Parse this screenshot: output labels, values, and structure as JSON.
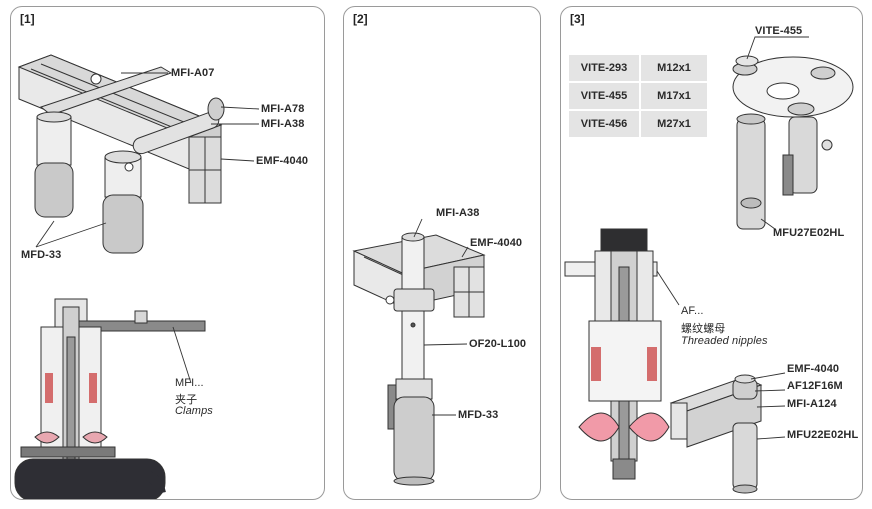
{
  "panels": [
    {
      "number": "[1]",
      "labels": {
        "mfi_a07": "MFI-A07",
        "mfi_a78": "MFI-A78",
        "mfi_a38": "MFI-A38",
        "emf_4040": "EMF-4040",
        "mfd_33": "MFD-33",
        "clamps_code": "MFI...",
        "clamps_cn": "夹子",
        "clamps_en": "Clamps"
      }
    },
    {
      "number": "[2]",
      "labels": {
        "mfi_a38": "MFI-A38",
        "emf_4040": "EMF-4040",
        "of20": "OF20-L100",
        "mfd_33": "MFD-33"
      }
    },
    {
      "number": "[3]",
      "vite_table": [
        [
          "VITE-293",
          "M12x1"
        ],
        [
          "VITE-455",
          "M17x1"
        ],
        [
          "VITE-456",
          "M27x1"
        ]
      ],
      "labels": {
        "vite_455": "VITE-455",
        "mfu27": "MFU27E02HL",
        "af_code": "AF...",
        "af_cn": "螺纹螺母",
        "af_en": "Threaded nipples",
        "emf_4040": "EMF-4040",
        "af12": "AF12F16M",
        "mfi_a124": "MFI-A124",
        "mfu22": "MFU22E02HL"
      }
    }
  ]
}
